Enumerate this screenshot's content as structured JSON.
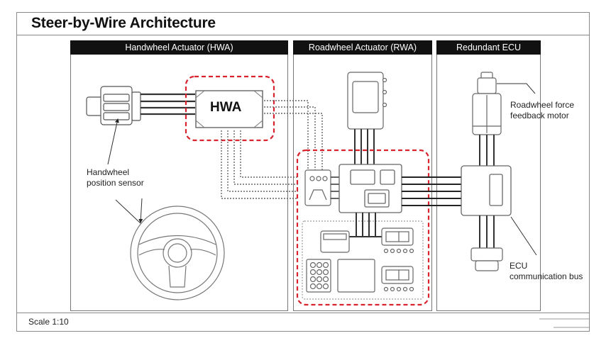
{
  "diagram": {
    "title": "Steer-by-Wire Architecture",
    "footer": {
      "scale": "Scale 1:10"
    },
    "panels": [
      {
        "id": "hwa",
        "header": "Handwheel Actuator (HWA)"
      },
      {
        "id": "rwa",
        "header": "Roadwheel Actuator (RWA)"
      },
      {
        "id": "ecu",
        "header": "Redundant ECU"
      }
    ],
    "blocks": {
      "hwa_box": "HWA"
    },
    "labels": {
      "handwheel_sensor": [
        "Handwheel",
        "position sensor"
      ],
      "force_feedback": [
        "Roadwheel force",
        "feedback motor"
      ],
      "ecu_bus": [
        "ECU",
        "communication bus"
      ]
    },
    "colors": {
      "highlight_dashed": "#d9232e",
      "header_bg": "#111111",
      "line": "#444444"
    }
  }
}
